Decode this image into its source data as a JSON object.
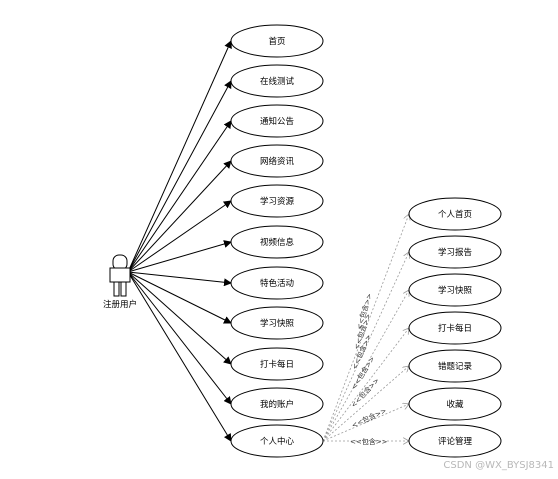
{
  "actor": {
    "label": "注册用户"
  },
  "use_cases": [
    {
      "id": "home",
      "label": "首页"
    },
    {
      "id": "online-test",
      "label": "在线测试"
    },
    {
      "id": "notice",
      "label": "通知公告"
    },
    {
      "id": "news",
      "label": "网络资讯"
    },
    {
      "id": "resources",
      "label": "学习资源"
    },
    {
      "id": "video",
      "label": "视频信息"
    },
    {
      "id": "events",
      "label": "特色活动"
    },
    {
      "id": "study-photos",
      "label": "学习快照"
    },
    {
      "id": "checkin",
      "label": "打卡每日"
    },
    {
      "id": "my-account",
      "label": "我的账户"
    },
    {
      "id": "personal-center",
      "label": "个人中心"
    }
  ],
  "sub_use_cases": [
    {
      "id": "personal-home",
      "label": "个人首页"
    },
    {
      "id": "study-report",
      "label": "学习报告"
    },
    {
      "id": "study-snapshot",
      "label": "学习快照"
    },
    {
      "id": "daily-checkin",
      "label": "打卡每日"
    },
    {
      "id": "wrong-questions",
      "label": "错题记录"
    },
    {
      "id": "favorites",
      "label": "收藏"
    },
    {
      "id": "comment-mgmt",
      "label": "评论管理"
    }
  ],
  "include_label": "<<包含>>",
  "watermark": "CSDN @WX_BYSJ8341"
}
